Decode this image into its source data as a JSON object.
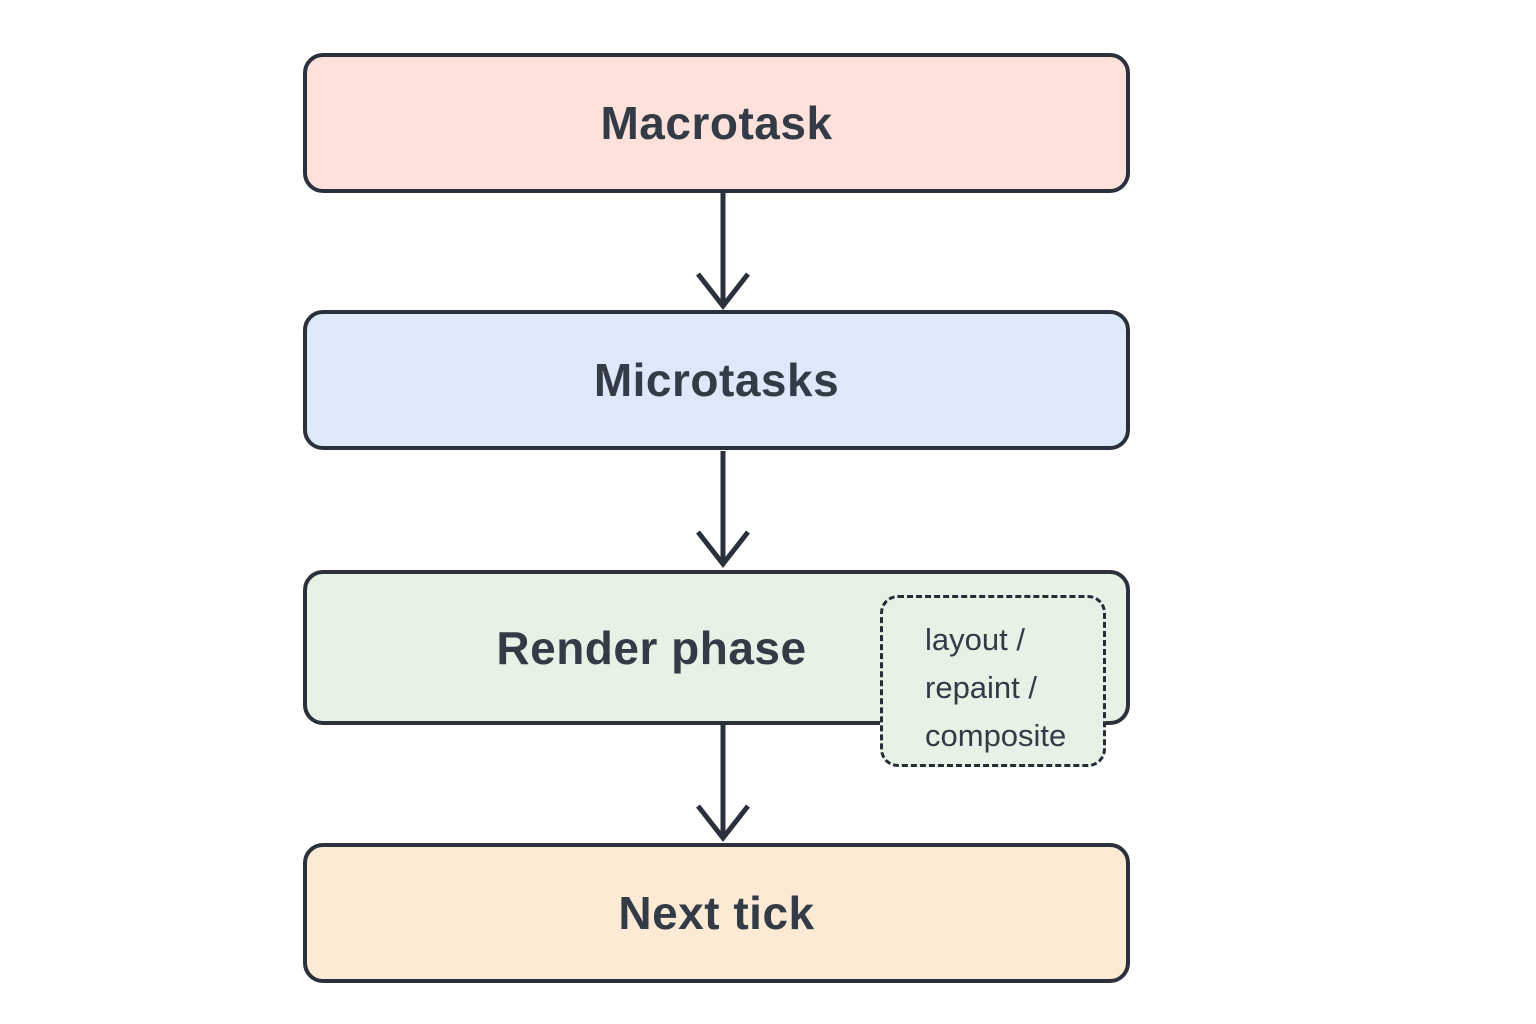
{
  "diagram": {
    "type": "flowchart",
    "nodes": [
      {
        "id": "macrotask",
        "label": "Macrotask",
        "fill": "#ffe1dc"
      },
      {
        "id": "microtasks",
        "label": "Microtasks",
        "fill": "#dde9fb"
      },
      {
        "id": "render-phase",
        "label": "Render phase",
        "fill": "#e7f1e6"
      },
      {
        "id": "next-tick",
        "label": "Next tick",
        "fill": "#fdead5"
      }
    ],
    "arrows": [
      {
        "from": "macrotask",
        "to": "microtasks"
      },
      {
        "from": "microtasks",
        "to": "render-phase"
      },
      {
        "from": "render-phase",
        "to": "next-tick"
      }
    ],
    "annotation": {
      "attached_to": "render-phase",
      "lines": [
        "layout /",
        "repaint /",
        "composite"
      ],
      "fill": "#e7f1e6",
      "border_style": "dashed"
    },
    "colors": {
      "stroke": "#2a313c",
      "text": "#333b46",
      "background": "#ffffff"
    }
  }
}
